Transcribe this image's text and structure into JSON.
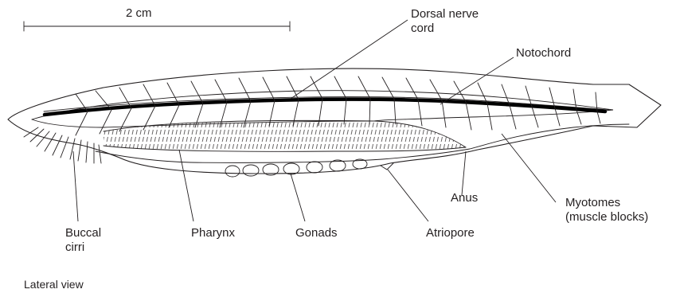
{
  "scale_bar": {
    "label": "2 cm"
  },
  "labels": {
    "dorsal_nerve_cord": [
      "Dorsal nerve",
      "cord"
    ],
    "notochord": "Notochord",
    "anus": "Anus",
    "myotomes": [
      "Myotomes",
      "(muscle blocks)"
    ],
    "buccal_cirri": [
      "Buccal",
      "cirri"
    ],
    "pharynx": "Pharynx",
    "gonads": "Gonads",
    "atriopore": "Atriopore"
  },
  "caption": "Lateral view"
}
